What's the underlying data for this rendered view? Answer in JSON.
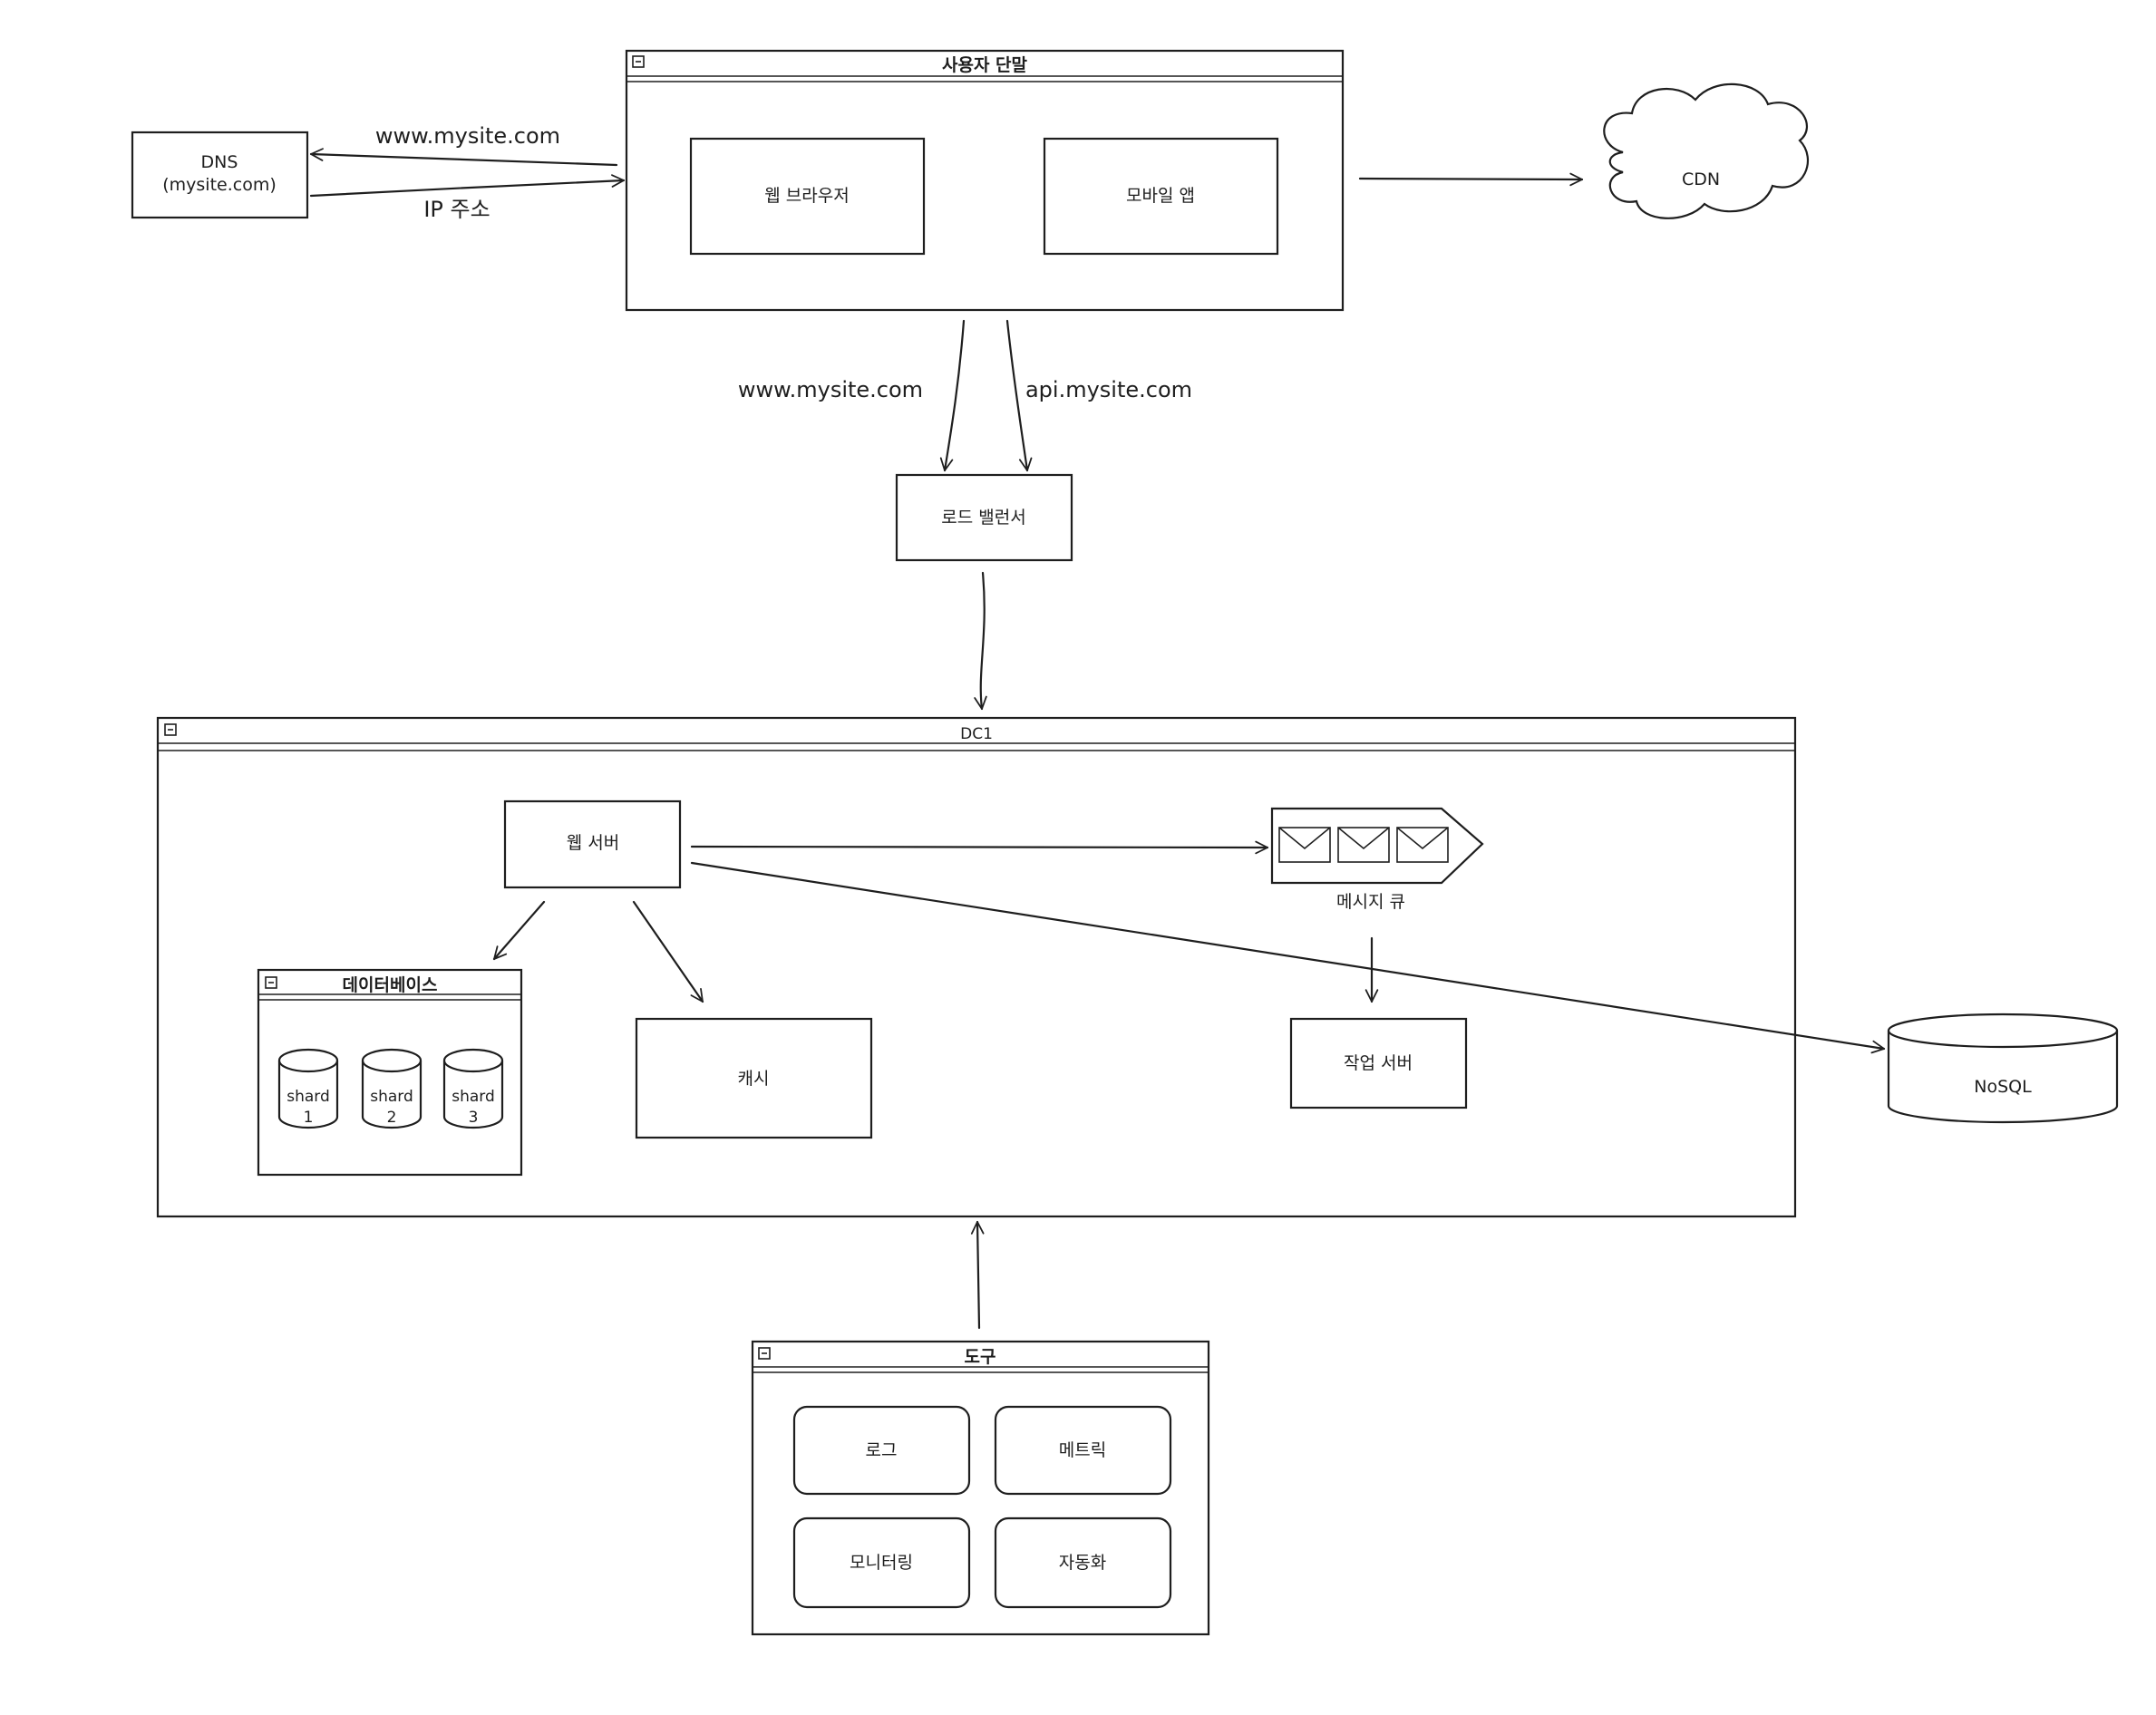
{
  "nodes": {
    "dns": {
      "line1": "DNS",
      "line2": "(mysite.com)"
    },
    "user_device": {
      "title": "사용자 단말",
      "web_browser": "웹 브라우저",
      "mobile_app": "모바일 앱"
    },
    "cdn": "CDN",
    "load_balancer": "로드 밸런서",
    "dc": {
      "title": "DC1",
      "web_server": "웹 서버",
      "message_queue": "메시지 큐",
      "database": {
        "title": "데이터베이스",
        "shard_label": "shard",
        "shards": [
          "1",
          "2",
          "3"
        ]
      },
      "cache": "캐시",
      "worker_server": "작업 서버"
    },
    "nosql": "NoSQL",
    "tools": {
      "title": "도구",
      "items": [
        "로그",
        "메트릭",
        "모니터링",
        "자동화"
      ]
    }
  },
  "edges": {
    "to_dns": "www.mysite.com",
    "from_dns": "IP 주소",
    "to_lb_web": "www.mysite.com",
    "to_lb_api": "api.mysite.com"
  }
}
